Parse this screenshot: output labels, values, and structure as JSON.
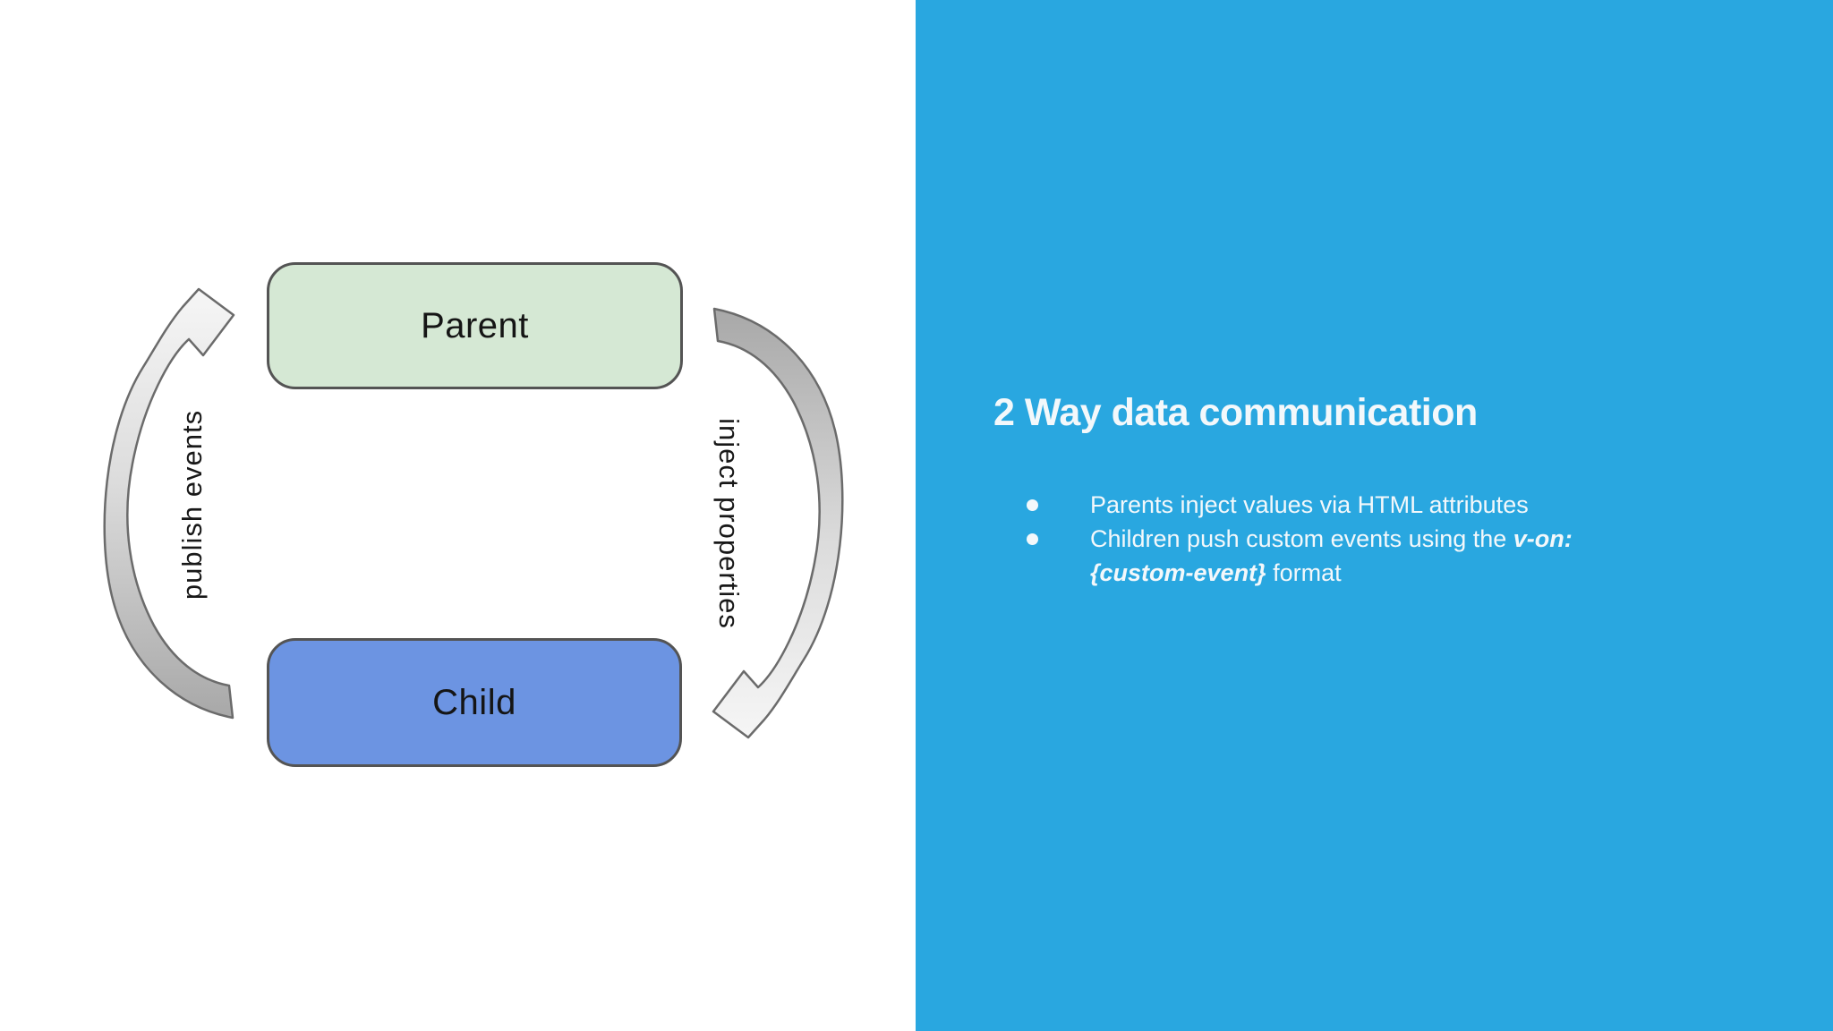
{
  "slide": {
    "title": "2 Way data communication",
    "bullets": [
      {
        "text": "Parents inject values via HTML attributes"
      },
      {
        "text_before": "Children push custom events using the ",
        "highlight": "v-on:{custom-event}",
        "text_after": " format"
      }
    ],
    "diagram": {
      "parent_label": "Parent",
      "child_label": "Child",
      "left_arrow_label": "publish events",
      "right_arrow_label": "inject properties"
    },
    "colors": {
      "panel_blue": "#29A7E0",
      "panel_text": "#F3F8FB",
      "parent_fill": "#D5E8D4",
      "child_fill": "#6C94E2",
      "node_border": "#545454",
      "arrow_gray": "#A8A8A8",
      "arrow_light": "#F6F6F6",
      "arrow_stroke": "#6B6B6B"
    }
  }
}
